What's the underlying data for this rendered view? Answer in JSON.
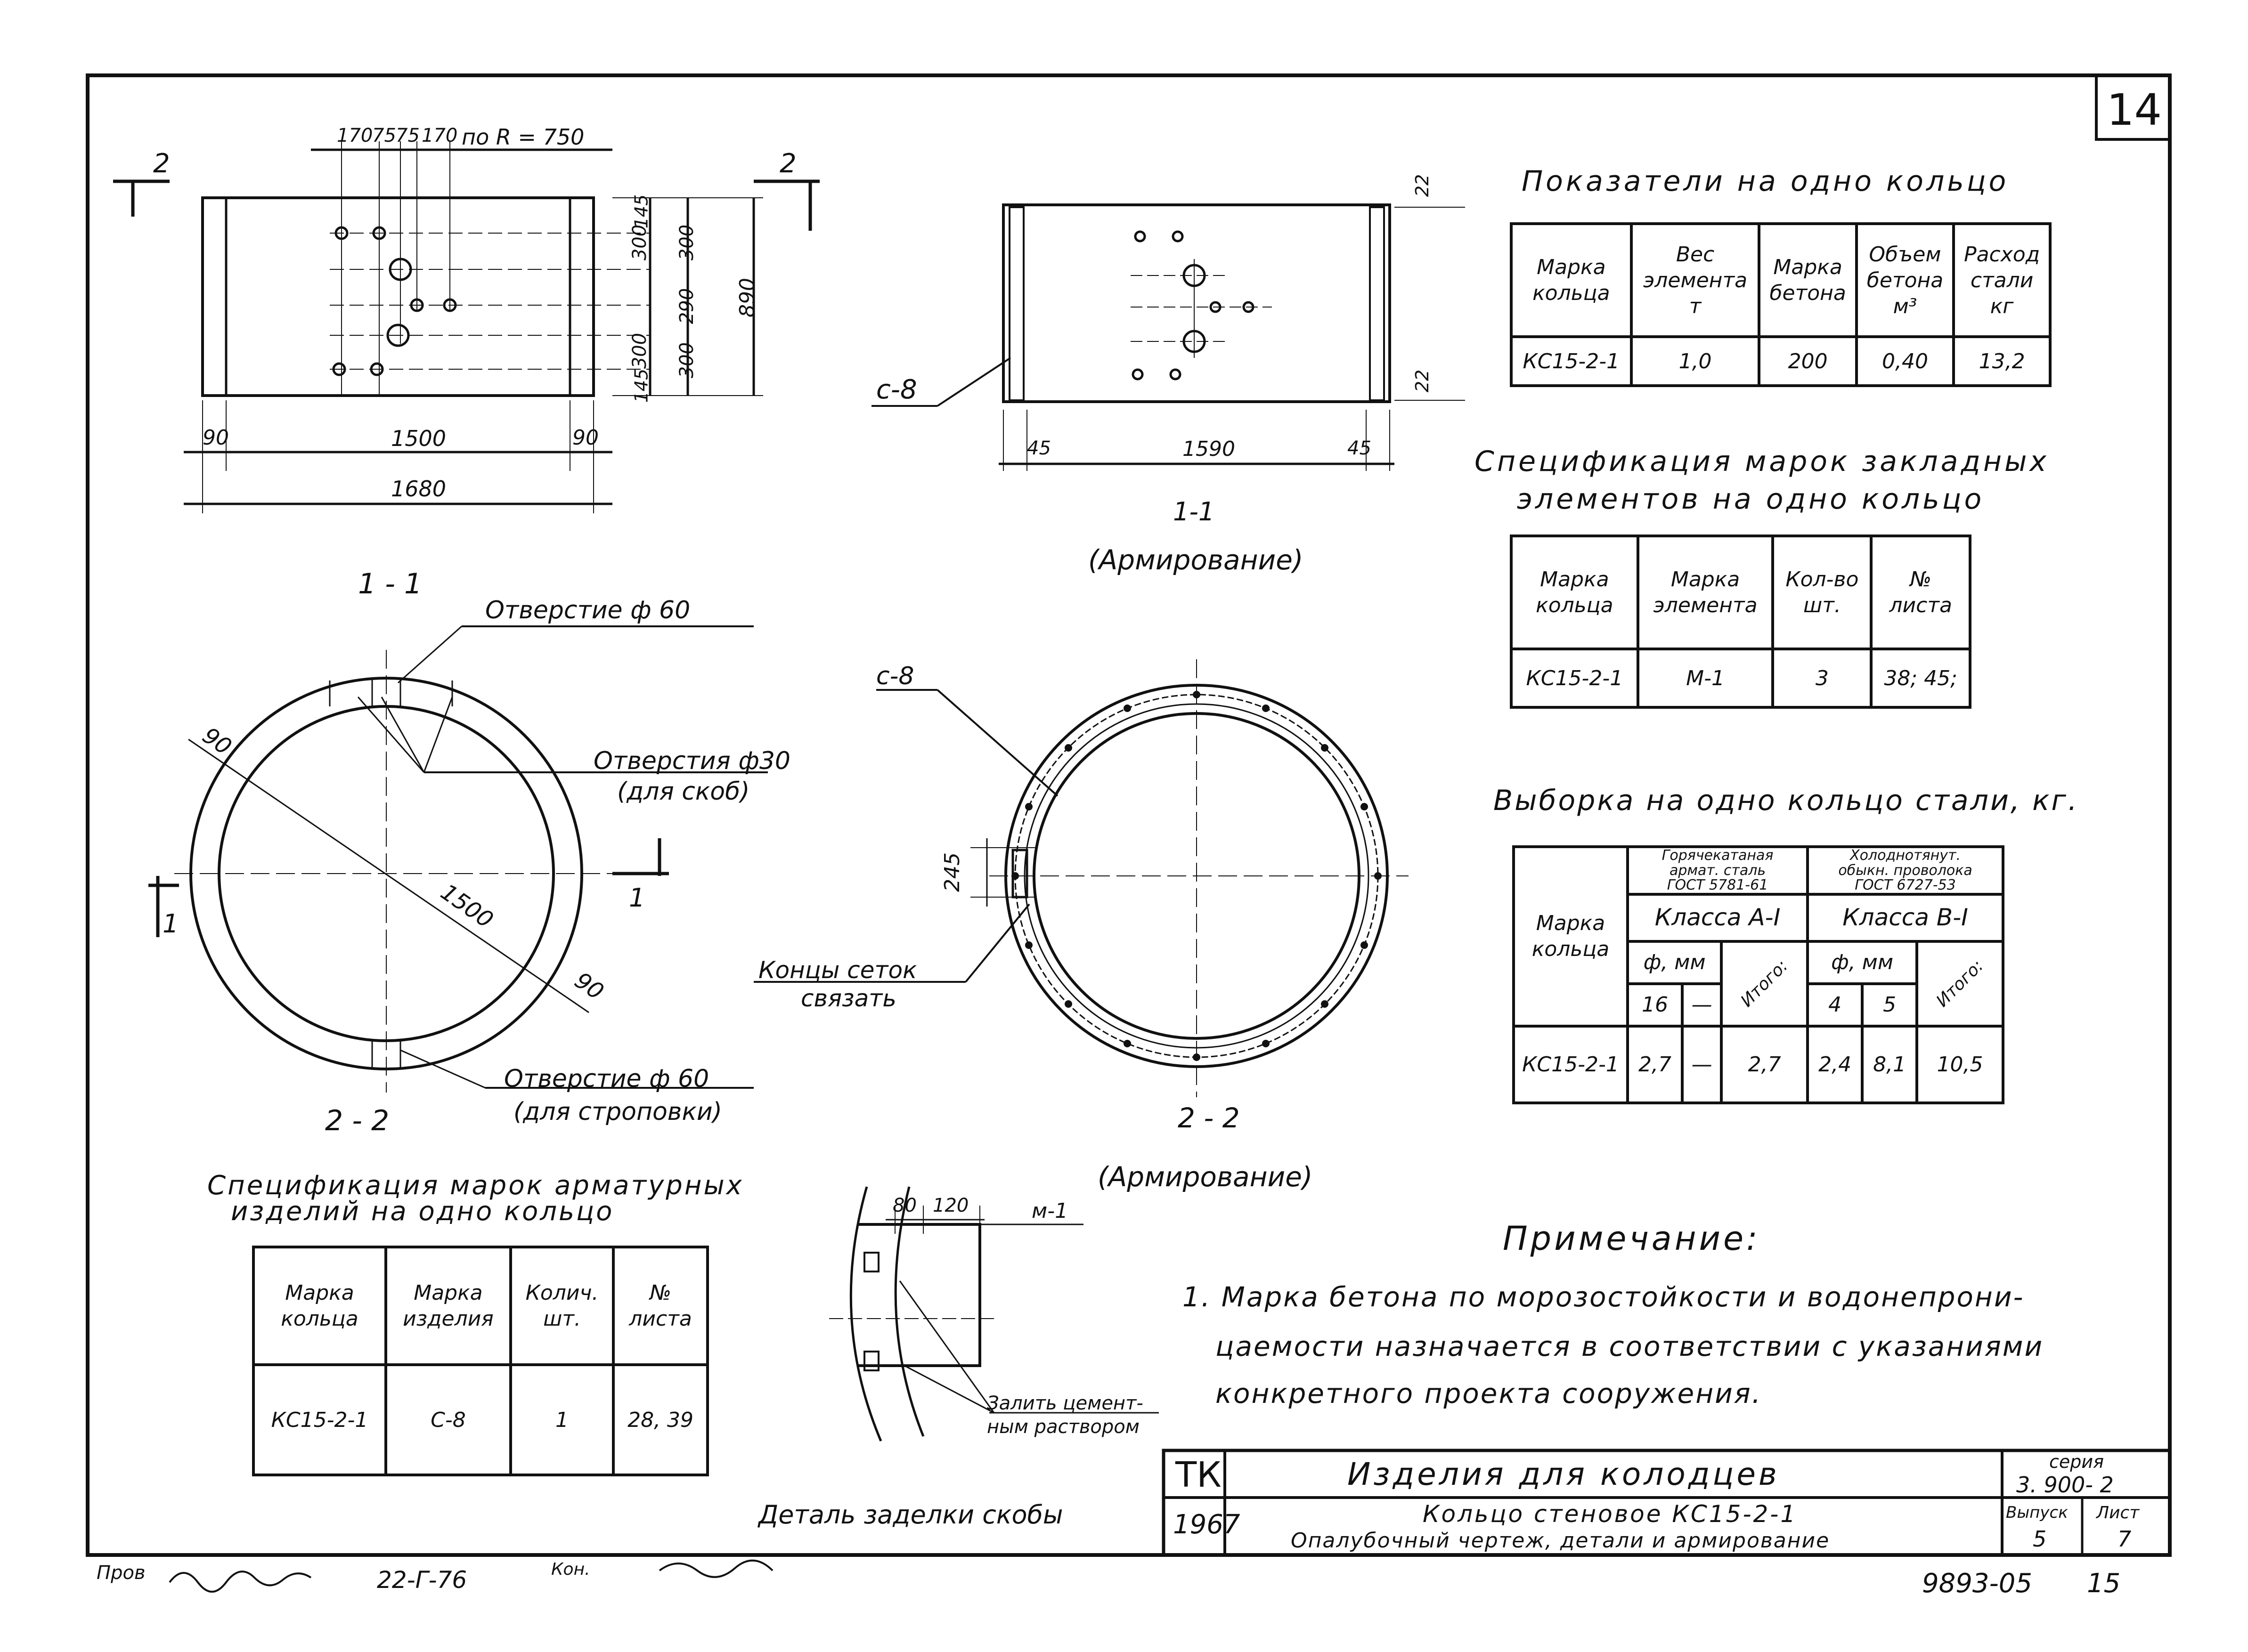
{
  "sheet": {
    "sheet_number": "14",
    "bottom_number": "9893-05",
    "bottom_page": "15",
    "signature_left": "Пров",
    "signature_date": "22-Г-76",
    "signature_kon": "Кон."
  },
  "plan_view": {
    "dims_top": [
      "170",
      "75",
      "75",
      "170",
      "по R = 750"
    ],
    "dims_right": [
      "145",
      "300",
      "300",
      "290",
      "300",
      "300",
      "145"
    ],
    "dim_total_height": "890",
    "dims_bottom": [
      "90",
      "1500",
      "90"
    ],
    "dim_total_width": "1680",
    "section_mark": "2",
    "caption": "1 - 1"
  },
  "reinf_view": {
    "label_c8": "с-8",
    "dims_bottom": [
      "45",
      "1590",
      "45"
    ],
    "dims_right": [
      "22",
      "22"
    ],
    "caption": "1-1",
    "subcaption": "(Армирование)"
  },
  "ring_view": {
    "label_hole60": "Отверстие ф 60",
    "label_holes30": "Отверстия ф30",
    "label_holes30_note": "(для скоб)",
    "dim_90a": "90",
    "dim_1500": "1500",
    "dim_90b": "90",
    "section_mark": "1",
    "label_hole60_bottom": "Отверстие ф 60",
    "label_hole60_bottom_note": "(для строповки)",
    "caption": "2 - 2"
  },
  "ring_reinf_view": {
    "label_c8": "с-8",
    "dim_245": "245",
    "label_ends": "Концы сеток",
    "label_ends2": "связать",
    "caption": "2 - 2",
    "subcaption": "(Армирование)"
  },
  "detail_view": {
    "dim_80": "80",
    "dim_120": "120",
    "label_m1": "м-1",
    "label_fill": "Залить цемент-",
    "label_fill2": "ным раствором",
    "caption": "Деталь заделки скобы"
  },
  "table_indicators": {
    "title": "Показатели на одно кольцо",
    "headers": [
      [
        "Марка",
        "кольца"
      ],
      [
        "Вес",
        "элемента",
        "т"
      ],
      [
        "Марка",
        "бетона"
      ],
      [
        "Объем",
        "бетона",
        "м³"
      ],
      [
        "Расход",
        "стали",
        "кг"
      ]
    ],
    "row": [
      "КС15-2-1",
      "1,0",
      "200",
      "0,40",
      "13,2"
    ]
  },
  "table_embedded": {
    "title": "Спецификация марок закладных",
    "title2": "элементов на одно кольцо",
    "headers": [
      [
        "Марка",
        "кольца"
      ],
      [
        "Марка",
        "элемента"
      ],
      [
        "Кол-во",
        "шт."
      ],
      [
        "№",
        "листа"
      ]
    ],
    "row": [
      "КС15-2-1",
      "М-1",
      "3",
      "38; 45;"
    ]
  },
  "table_steel": {
    "title": "Выборка на одно кольцо стали, кг.",
    "col_mark": [
      "Марка",
      "кольца"
    ],
    "group1": [
      "Горячекатаная",
      "армат. сталь",
      "ГОСТ 5781-61"
    ],
    "group2": [
      "Холоднотянут.",
      "обыкн. проволока",
      "ГОСТ 6727-53"
    ],
    "class1": "Класса А-I",
    "class2": "Класса В-I",
    "phi": "ф, мм",
    "total": "Итого:",
    "d1": "16",
    "d2": "—",
    "d3": "4",
    "d4": "5",
    "row": [
      "КС15-2-1",
      "2,7",
      "—",
      "2,7",
      "2,4",
      "8,1",
      "10,5"
    ]
  },
  "table_rebar": {
    "title": "Спецификация марок арматурных",
    "title2": "изделий на одно кольцо",
    "headers": [
      [
        "Марка",
        "кольца"
      ],
      [
        "Марка",
        "изделия"
      ],
      [
        "Колич.",
        "шт."
      ],
      [
        "№",
        "листа"
      ]
    ],
    "row": [
      "КС15-2-1",
      "С-8",
      "1",
      "28, 39"
    ]
  },
  "note": {
    "title": "Примечание:",
    "lines": [
      "1. Марка бетона по морозостойкости и водонепрони-",
      "цаемости назначается в соответствии с указаниями",
      "конкретного проекта сооружения."
    ]
  },
  "title_block": {
    "org": "ТК",
    "year": "1967",
    "title": "Изделия для колодцев",
    "subtitle1": "Кольцо стеновое КС15-2-1",
    "subtitle2": "Опалубочный чертеж, детали и армирование",
    "series_label": "серия",
    "series": "3. 900- 2",
    "issue_label": "Выпуск",
    "issue": "5",
    "sheet_label": "Лист",
    "sheet": "7"
  }
}
